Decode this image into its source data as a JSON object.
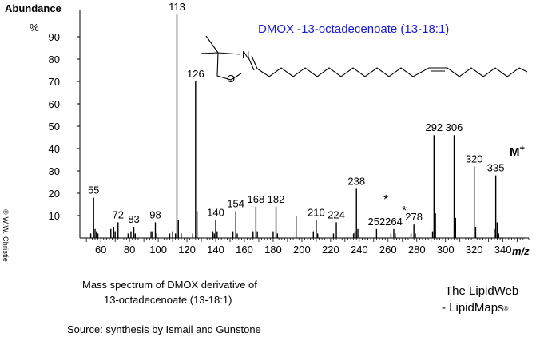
{
  "figure": {
    "ylabel": "Abundance",
    "yunit": "%",
    "xunit": "m/z",
    "title": "DMOX -13-octadecenoate (13-18:1)",
    "molecular_ion_label": "M",
    "molecular_ion_charge": "+",
    "copyright": "© W.W. Christie",
    "caption_line1": "Mass spectrum of DMOX derivative of",
    "caption_line2": "13-octadecenoate (13-18:1)",
    "brand_line1": "The LipidWeb",
    "brand_line2": "- LipidMaps",
    "brand_mark": "®",
    "source": "Source:  synthesis by Ismail and Gunstone",
    "star_marker": "*",
    "structure_atoms": {
      "nitrogen": "N",
      "oxygen": "O"
    }
  },
  "chart_data": {
    "type": "bar",
    "xlim": [
      46,
      358
    ],
    "ylim": [
      0,
      100
    ],
    "x_ticks": [
      60,
      80,
      100,
      120,
      140,
      160,
      180,
      200,
      220,
      240,
      260,
      280,
      300,
      320,
      340
    ],
    "y_ticks": [
      10,
      20,
      30,
      40,
      50,
      60,
      70,
      80,
      90
    ],
    "peaks": [
      {
        "mz": 55,
        "abundance": 18,
        "label": "55"
      },
      {
        "mz": 56,
        "abundance": 4
      },
      {
        "mz": 53,
        "abundance": 2
      },
      {
        "mz": 57,
        "abundance": 3
      },
      {
        "mz": 58,
        "abundance": 2
      },
      {
        "mz": 67,
        "abundance": 4
      },
      {
        "mz": 69,
        "abundance": 5
      },
      {
        "mz": 70,
        "abundance": 3
      },
      {
        "mz": 72,
        "abundance": 7,
        "label": "72"
      },
      {
        "mz": 79,
        "abundance": 2
      },
      {
        "mz": 81,
        "abundance": 3
      },
      {
        "mz": 83,
        "abundance": 5,
        "label": "83"
      },
      {
        "mz": 84,
        "abundance": 2
      },
      {
        "mz": 95,
        "abundance": 3
      },
      {
        "mz": 96,
        "abundance": 3
      },
      {
        "mz": 98,
        "abundance": 7,
        "label": "98"
      },
      {
        "mz": 99,
        "abundance": 2
      },
      {
        "mz": 108,
        "abundance": 2
      },
      {
        "mz": 110,
        "abundance": 3
      },
      {
        "mz": 112,
        "abundance": 2
      },
      {
        "mz": 113,
        "abundance": 100,
        "label": "113"
      },
      {
        "mz": 114,
        "abundance": 8
      },
      {
        "mz": 116,
        "abundance": 2
      },
      {
        "mz": 124,
        "abundance": 2
      },
      {
        "mz": 126,
        "abundance": 70,
        "label": "126"
      },
      {
        "mz": 127,
        "abundance": 12
      },
      {
        "mz": 138,
        "abundance": 3
      },
      {
        "mz": 139,
        "abundance": 2
      },
      {
        "mz": 140,
        "abundance": 8,
        "label": "140"
      },
      {
        "mz": 141,
        "abundance": 3
      },
      {
        "mz": 152,
        "abundance": 3
      },
      {
        "mz": 154,
        "abundance": 12,
        "label": "154"
      },
      {
        "mz": 155,
        "abundance": 2
      },
      {
        "mz": 166,
        "abundance": 3
      },
      {
        "mz": 168,
        "abundance": 14,
        "label": "168"
      },
      {
        "mz": 169,
        "abundance": 3
      },
      {
        "mz": 180,
        "abundance": 3
      },
      {
        "mz": 182,
        "abundance": 14,
        "label": "182"
      },
      {
        "mz": 183,
        "abundance": 2
      },
      {
        "mz": 196,
        "abundance": 10
      },
      {
        "mz": 208,
        "abundance": 3
      },
      {
        "mz": 210,
        "abundance": 8,
        "label": "210"
      },
      {
        "mz": 211,
        "abundance": 2
      },
      {
        "mz": 222,
        "abundance": 2
      },
      {
        "mz": 224,
        "abundance": 7,
        "label": "224"
      },
      {
        "mz": 236,
        "abundance": 2
      },
      {
        "mz": 237,
        "abundance": 3
      },
      {
        "mz": 238,
        "abundance": 22,
        "label": "238"
      },
      {
        "mz": 239,
        "abundance": 4
      },
      {
        "mz": 252,
        "abundance": 4,
        "label": "252"
      },
      {
        "mz": 262,
        "abundance": 2
      },
      {
        "mz": 264,
        "abundance": 4,
        "label": "264"
      },
      {
        "mz": 265,
        "abundance": 2
      },
      {
        "mz": 276,
        "abundance": 2
      },
      {
        "mz": 278,
        "abundance": 6,
        "label": "278"
      },
      {
        "mz": 279,
        "abundance": 2
      },
      {
        "mz": 291,
        "abundance": 3
      },
      {
        "mz": 292,
        "abundance": 46,
        "label": "292"
      },
      {
        "mz": 293,
        "abundance": 11
      },
      {
        "mz": 306,
        "abundance": 46,
        "label": "306"
      },
      {
        "mz": 307,
        "abundance": 9
      },
      {
        "mz": 320,
        "abundance": 32,
        "label": "320"
      },
      {
        "mz": 321,
        "abundance": 5
      },
      {
        "mz": 334,
        "abundance": 4
      },
      {
        "mz": 335,
        "abundance": 28,
        "label": "335"
      },
      {
        "mz": 336,
        "abundance": 7
      },
      {
        "mz": 337,
        "abundance": 2
      }
    ],
    "starred_peaks": [
      252,
      264
    ]
  }
}
